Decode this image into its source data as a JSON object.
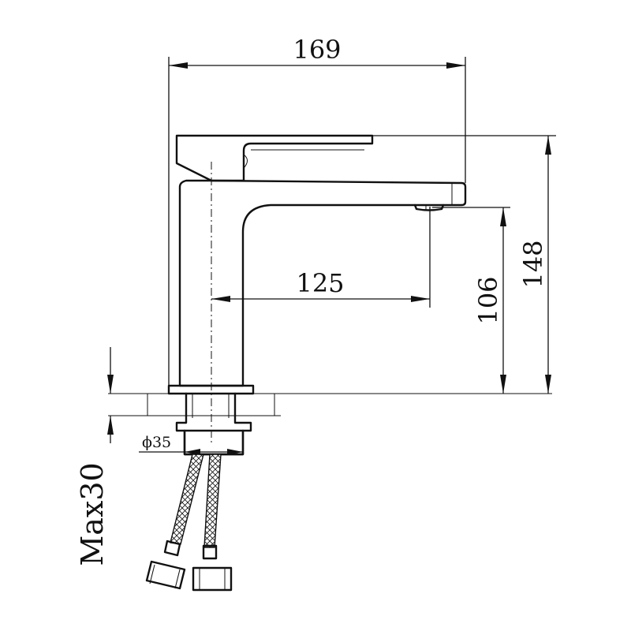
{
  "dimensions": {
    "overall_width": "169",
    "spout_reach": "125",
    "spout_height": "106",
    "overall_height": "148",
    "shank_diameter": "ϕ35",
    "max_deck_thickness": "Max30"
  },
  "colors": {
    "line": "#111111",
    "background": "#ffffff"
  }
}
